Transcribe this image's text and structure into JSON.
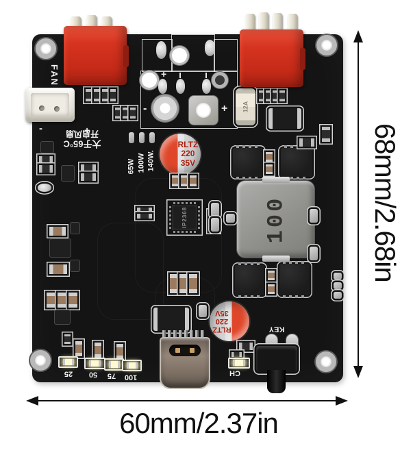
{
  "annotations": {
    "height_label": "68mm/2.68in",
    "width_label": "60mm/2.37in"
  },
  "board": {
    "fan_port_label": "FAN",
    "thermal_note_line1": "大于65°C",
    "thermal_note_line2": "开启风扇",
    "power_levels": [
      "65W",
      "100W",
      "140W."
    ],
    "fuse_label": "12A",
    "capacitor_marking": {
      "brand": "RLTZ",
      "capacitance": "220",
      "voltage": "35V"
    },
    "inductor_marking": "100",
    "ic_marking": "IP2368",
    "battery_level_labels": [
      "25",
      "50",
      "75",
      "100"
    ],
    "key_button_label": "KEY",
    "charge_indicator_label": "CH",
    "polarity": {
      "plus": "+",
      "minus": "-"
    }
  },
  "colors": {
    "board": "#141414",
    "connector_red": "#d63420",
    "capacitor_red": "#e0472a",
    "silkscreen_white": "#f2f2f2",
    "dimension_text": "#111111"
  }
}
